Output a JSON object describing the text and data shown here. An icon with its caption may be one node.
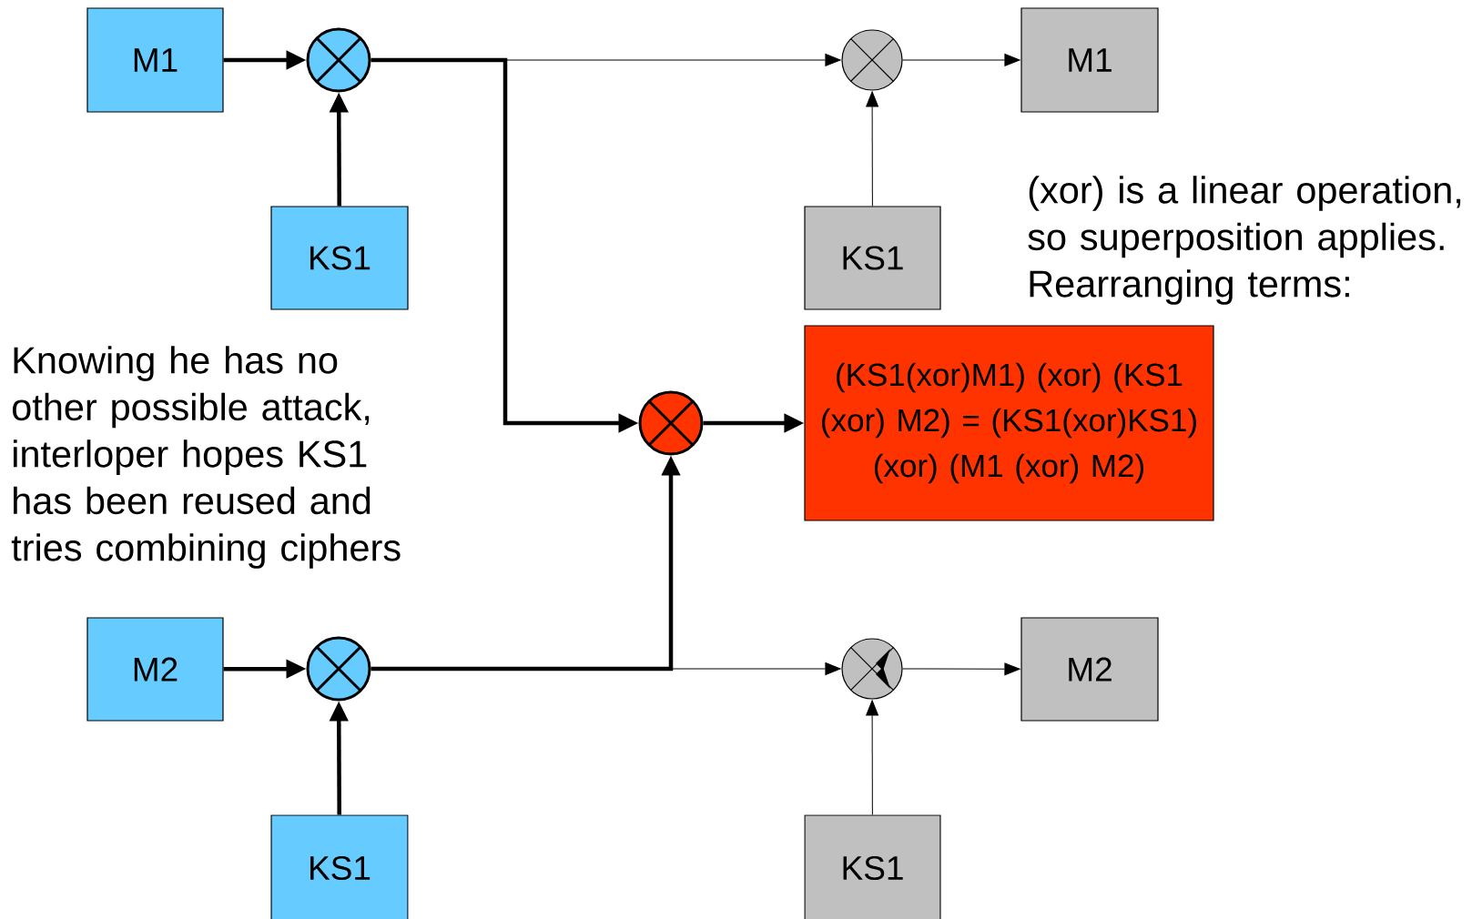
{
  "diagram": {
    "nodes": [
      {
        "text": [
          "M1"
        ]
      },
      {
        "text": [],
        "shape": "circle"
      },
      {
        "text": [
          "KS1"
        ]
      },
      {
        "text": [],
        "shape": "circle"
      },
      {
        "text": [
          "M1"
        ]
      },
      {
        "text": [
          "KS1"
        ]
      },
      {
        "text": [],
        "shape": "circle"
      },
      {
        "text": [
          "(KS1(xor)M1) (xor) (KS1 (xor) M2) = (KS1(xor)KS1) (xor) (M1 (xor) M2)"
        ]
      },
      {
        "text": [
          "M2"
        ]
      },
      {
        "text": [],
        "shape": "circle"
      },
      {
        "text": [
          "KS1"
        ]
      },
      {
        "text": [],
        "shape": "circle"
      },
      {
        "text": [
          "M2"
        ]
      },
      {
        "text": [
          "KS1"
        ]
      }
    ],
    "edges": [
      {
        "from": 0,
        "to": 1,
        "arrow": "to"
      },
      {
        "from": 2,
        "to": 1,
        "arrow": "to"
      },
      {
        "from": 1,
        "to": 3,
        "arrow": "to"
      },
      {
        "from": 1,
        "to": 6,
        "arrow": "to"
      },
      {
        "from": 3,
        "to": 4,
        "arrow": "to"
      },
      {
        "from": 5,
        "to": 3,
        "arrow": "to"
      },
      {
        "from": 6,
        "to": 7,
        "arrow": "to"
      },
      {
        "from": 8,
        "to": 9,
        "arrow": "to"
      },
      {
        "from": 10,
        "to": 9,
        "arrow": "to"
      },
      {
        "from": 9,
        "to": 6,
        "arrow": "to"
      },
      {
        "from": 9,
        "to": 11,
        "arrow": "to"
      },
      {
        "from": 11,
        "to": 12,
        "arrow": "to"
      },
      {
        "from": 13,
        "to": 11,
        "arrow": "to"
      }
    ],
    "labels": [
      "(xor) is a linear operation, so superposition applies. Rearranging terms:",
      "Knowing he has no other possible attack, interloper hopes KS1 has been reused and tries combining ciphers"
    ]
  }
}
